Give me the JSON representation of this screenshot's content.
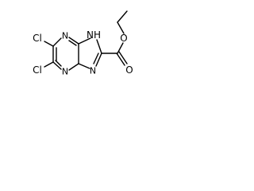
{
  "molecule": {
    "atoms": {
      "cl_top": "Cl",
      "cl_bottom": "Cl",
      "n_pyrazine_top": "N",
      "n_pyrazine_bottom": "N",
      "nh_imidazole": "NH",
      "n_imidazole": "N",
      "o_carbonyl": "O",
      "o_ester": "O"
    }
  }
}
